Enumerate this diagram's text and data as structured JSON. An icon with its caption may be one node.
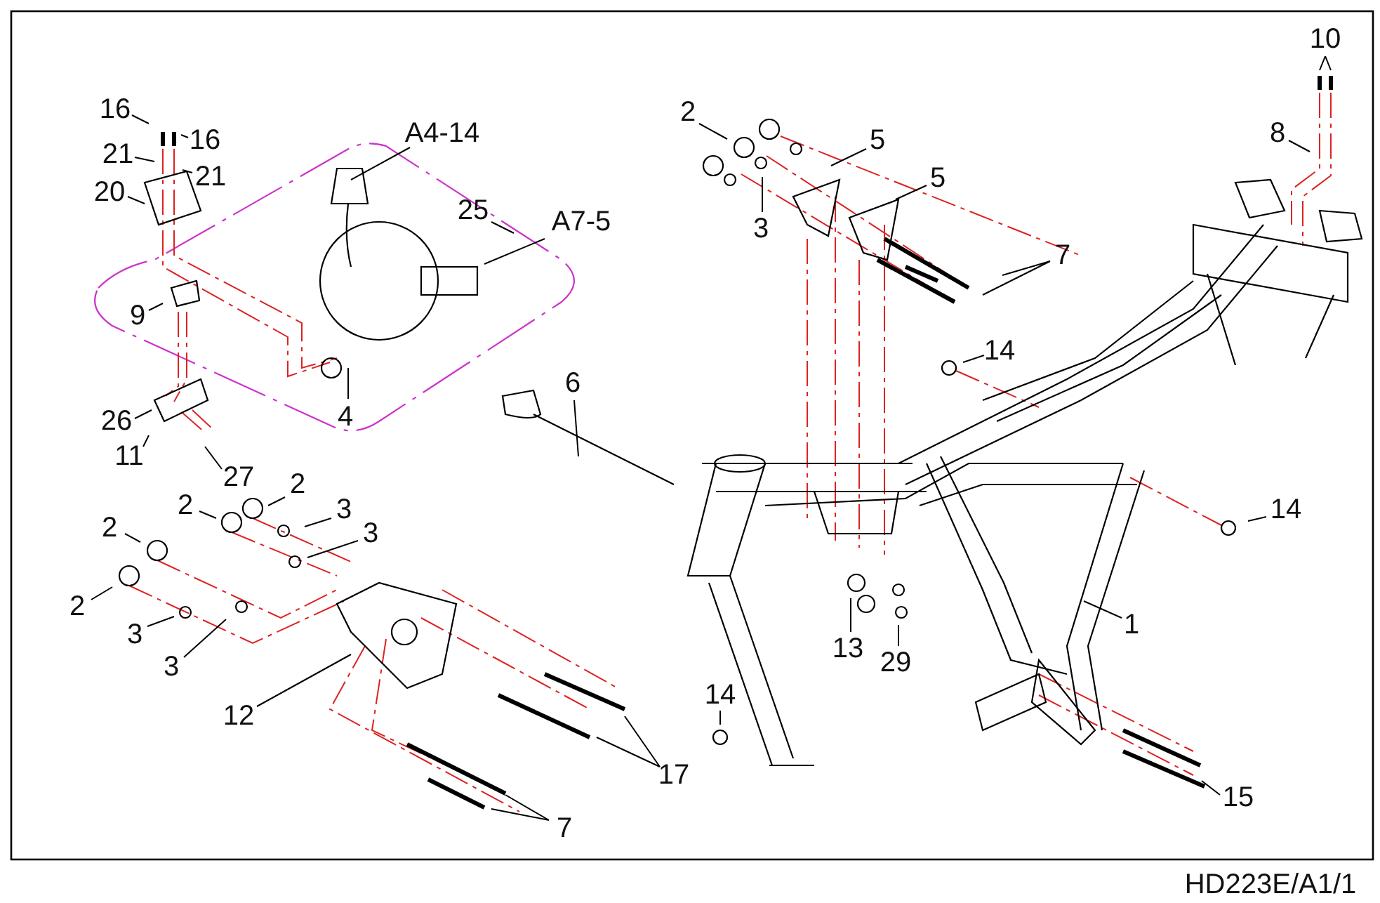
{
  "diagram": {
    "nodes": [
      {
        "text": [
          "10"
        ]
      },
      {
        "text": [
          "16"
        ]
      },
      {
        "text": [
          "16"
        ]
      },
      {
        "text": [
          "A4-14"
        ]
      },
      {
        "text": [
          "2"
        ]
      },
      {
        "text": [
          "5"
        ]
      },
      {
        "text": [
          "8"
        ]
      },
      {
        "text": [
          "21"
        ]
      },
      {
        "text": [
          "21"
        ]
      },
      {
        "text": [
          "5"
        ]
      },
      {
        "text": [
          "20"
        ]
      },
      {
        "text": [
          "25"
        ]
      },
      {
        "text": [
          "A7-5"
        ]
      },
      {
        "text": [
          "3"
        ]
      },
      {
        "text": [
          "7"
        ]
      },
      {
        "text": [
          "9"
        ]
      },
      {
        "text": [
          "14"
        ]
      },
      {
        "text": [
          "4"
        ]
      },
      {
        "text": [
          "6"
        ]
      },
      {
        "text": [
          "26"
        ]
      },
      {
        "text": [
          "11"
        ]
      },
      {
        "text": [
          "27"
        ]
      },
      {
        "text": [
          "2"
        ]
      },
      {
        "text": [
          "2"
        ]
      },
      {
        "text": [
          "14"
        ]
      },
      {
        "text": [
          "3"
        ]
      },
      {
        "text": [
          "3"
        ]
      },
      {
        "text": [
          "2"
        ]
      },
      {
        "text": [
          "2"
        ]
      },
      {
        "text": [
          "1"
        ]
      },
      {
        "text": [
          "3"
        ]
      },
      {
        "text": [
          "3"
        ]
      },
      {
        "text": [
          "13"
        ]
      },
      {
        "text": [
          "29"
        ]
      },
      {
        "text": [
          "12"
        ]
      },
      {
        "text": [
          "14"
        ]
      },
      {
        "text": [
          "17"
        ]
      },
      {
        "text": [
          "15"
        ]
      },
      {
        "text": [
          "7"
        ]
      }
    ],
    "edges": [
      {
        "from": 0,
        "to": null,
        "arrow": "none"
      },
      {
        "from": 1,
        "to": null,
        "arrow": "none"
      },
      {
        "from": 2,
        "to": null,
        "arrow": "none"
      },
      {
        "from": 3,
        "to": null,
        "arrow": "none"
      },
      {
        "from": 4,
        "to": null,
        "arrow": "none"
      },
      {
        "from": 5,
        "to": null,
        "arrow": "none"
      },
      {
        "from": 6,
        "to": null,
        "arrow": "none"
      },
      {
        "from": 7,
        "to": null,
        "arrow": "none"
      },
      {
        "from": 8,
        "to": null,
        "arrow": "none"
      },
      {
        "from": 9,
        "to": null,
        "arrow": "none"
      },
      {
        "from": 10,
        "to": null,
        "arrow": "none"
      },
      {
        "from": 11,
        "to": null,
        "arrow": "none"
      },
      {
        "from": 12,
        "to": null,
        "arrow": "none"
      },
      {
        "from": 13,
        "to": null,
        "arrow": "none"
      },
      {
        "from": 14,
        "to": null,
        "arrow": "none"
      },
      {
        "from": 15,
        "to": null,
        "arrow": "none"
      },
      {
        "from": 16,
        "to": null,
        "arrow": "none"
      },
      {
        "from": 17,
        "to": null,
        "arrow": "none"
      },
      {
        "from": 18,
        "to": null,
        "arrow": "none"
      },
      {
        "from": 19,
        "to": null,
        "arrow": "none"
      },
      {
        "from": 20,
        "to": null,
        "arrow": "none"
      },
      {
        "from": 21,
        "to": null,
        "arrow": "none"
      },
      {
        "from": 22,
        "to": null,
        "arrow": "none"
      },
      {
        "from": 23,
        "to": null,
        "arrow": "none"
      },
      {
        "from": 24,
        "to": null,
        "arrow": "none"
      },
      {
        "from": 25,
        "to": null,
        "arrow": "none"
      },
      {
        "from": 26,
        "to": null,
        "arrow": "none"
      },
      {
        "from": 27,
        "to": null,
        "arrow": "none"
      },
      {
        "from": 28,
        "to": null,
        "arrow": "none"
      },
      {
        "from": 29,
        "to": null,
        "arrow": "none"
      },
      {
        "from": 30,
        "to": null,
        "arrow": "none"
      },
      {
        "from": 31,
        "to": null,
        "arrow": "none"
      },
      {
        "from": 32,
        "to": null,
        "arrow": "none"
      },
      {
        "from": 33,
        "to": null,
        "arrow": "none"
      },
      {
        "from": 34,
        "to": null,
        "arrow": "none"
      },
      {
        "from": 35,
        "to": null,
        "arrow": "none"
      },
      {
        "from": 36,
        "to": null,
        "arrow": "none"
      },
      {
        "from": 37,
        "to": null,
        "arrow": "none"
      },
      {
        "from": 38,
        "to": null,
        "arrow": "none"
      }
    ],
    "labels": [
      "HD223E/A1/1"
    ]
  }
}
